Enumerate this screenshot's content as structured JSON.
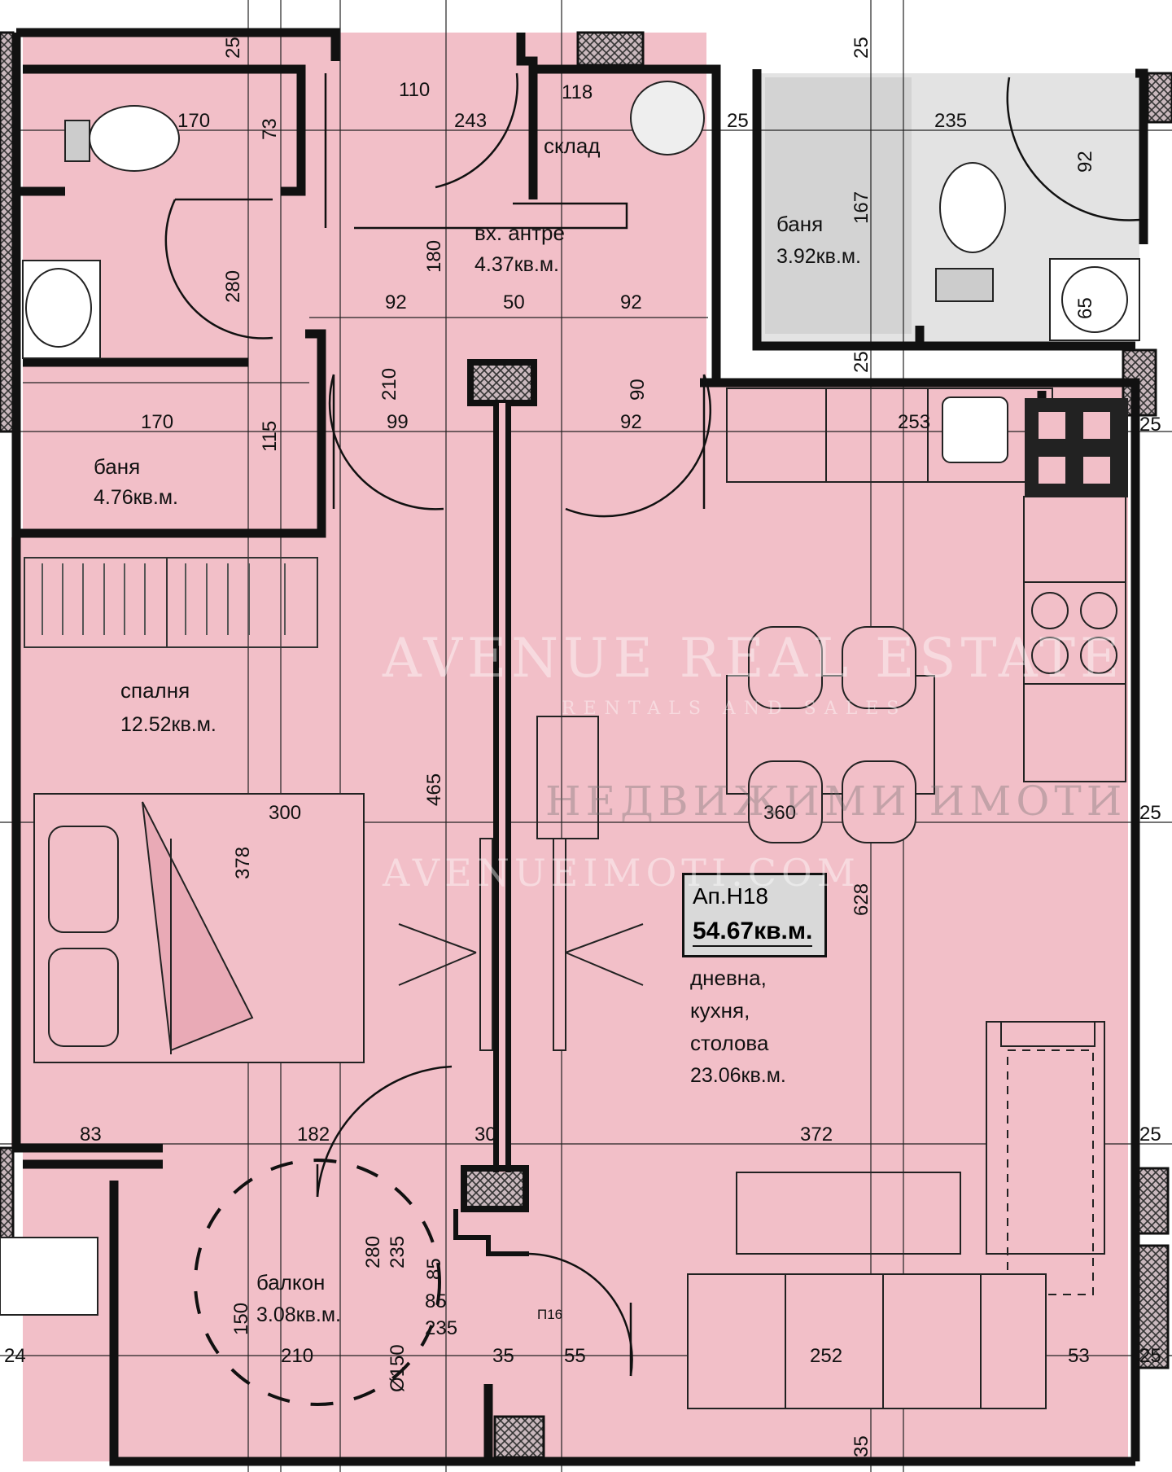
{
  "apartment": {
    "number": "Ап.Н18",
    "total_area": "54.67кв.м."
  },
  "rooms": {
    "bath_left": {
      "name": "баня",
      "area": "4.76кв.м."
    },
    "entrance": {
      "name": "вх. антре",
      "area": "4.37кв.м."
    },
    "storage": {
      "name": "склад"
    },
    "bath_right": {
      "name": "баня",
      "area": "3.92кв.м."
    },
    "bedroom": {
      "name": "спалня",
      "area": "12.52кв.м."
    },
    "living": {
      "line1": "дневна,",
      "line2": "кухня,",
      "line3": "столова",
      "area": "23.06кв.м."
    },
    "balcony": {
      "name": "балкон",
      "area": "3.08кв.м."
    }
  },
  "dimensions": {
    "d25_top_left": "25",
    "d170_top": "170",
    "d73": "73",
    "d110": "110",
    "d243": "243",
    "d118": "118",
    "d25_top_mid": "25",
    "d235_top": "235",
    "d25_top_right": "25",
    "d92_top": "92",
    "d167": "167",
    "d280_left": "280",
    "d180": "180",
    "d92_a": "92",
    "d50": "50",
    "d92_b": "92",
    "d210_a": "210",
    "d90_a": "90",
    "d99": "99",
    "d92_c": "92",
    "d170_mid": "170",
    "d115": "115",
    "d253": "253",
    "d25_right_1": "25",
    "d25_mid_right": "25",
    "d465": "465",
    "d300": "300",
    "d378": "378",
    "d360": "360",
    "d628": "628",
    "d25_right_2": "25",
    "d83": "83",
    "d182": "182",
    "d30": "30",
    "d372": "372",
    "d25_right_3": "25",
    "d280_balc": "280",
    "d235_balc": "235",
    "d85_a": "85",
    "d85_b": "85",
    "d235_c": "235",
    "d150_v": "150",
    "d24": "24",
    "d210_balc": "210",
    "d150_diam": "Ø150",
    "d35": "35",
    "d55": "55",
    "d252": "252",
    "d53": "53",
    "d25_bottom_right": "25",
    "d35_bottom": "35",
    "d65": "65",
    "p16": "П16"
  },
  "watermark": {
    "line1": "AVENUE REAL ESTATE",
    "line2": "RENTALS AND SALES",
    "line3": "НЕДВИЖИМИ ИМОТИ",
    "line4": "AVENUEIMOTI.COM"
  },
  "colors": {
    "room_fill": "#f2bfc8",
    "wall": "#111111",
    "grey_room": "#e0e0e0",
    "hatch": "#7a6a6e"
  }
}
